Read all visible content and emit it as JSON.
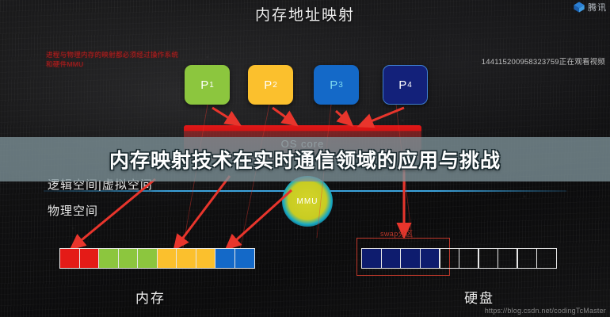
{
  "slide": {
    "title": "内存地址映射",
    "red_note": "进程与物理内存的映射都必须经过操作系统和硬件MMU",
    "viewer_count": "144115200958323759正在观看视频",
    "watermark": "https://blog.csdn.net/codingTcMaster"
  },
  "brand": {
    "icon": "tencent-cube-icon",
    "name": "腾讯"
  },
  "processes": [
    {
      "label": "P",
      "index": "1",
      "color": "#8cc63e",
      "name": "process-box-p1"
    },
    {
      "label": "P",
      "index": "2",
      "color": "#fbc02d",
      "name": "process-box-p2"
    },
    {
      "label": "P",
      "index": "3",
      "color": "#1469c8",
      "name": "process-box-p3"
    },
    {
      "label": "P",
      "index": "4",
      "color": "#13217a",
      "name": "process-box-p4"
    }
  ],
  "os_core": {
    "label": "OS core",
    "color": "#e01818"
  },
  "mmu": {
    "label": "MMU",
    "color": "#c8cc22"
  },
  "spaces": {
    "logical": "逻辑空间|虚拟空间",
    "physical": "物理空间"
  },
  "memory": {
    "label": "内存",
    "blocks": [
      "#e41b17",
      "#e41b17",
      "#8cc63e",
      "#8cc63e",
      "#8cc63e",
      "#fbc02d",
      "#fbc02d",
      "#fbc02d",
      "#1469c8",
      "#1469c8"
    ]
  },
  "disk": {
    "label": "硬盘",
    "swap_label": "swap分区",
    "swap_outline_color": "#c0392b",
    "blocks": [
      "#0e1c6e",
      "#0e1c6e",
      "#0e1c6e",
      "#0e1c6e",
      "transparent",
      "transparent",
      "transparent",
      "transparent",
      "transparent",
      "transparent"
    ]
  },
  "overlay": {
    "title": "内存映射技术在实时通信领域的应用与挑战",
    "band_color": "#7e9298"
  }
}
